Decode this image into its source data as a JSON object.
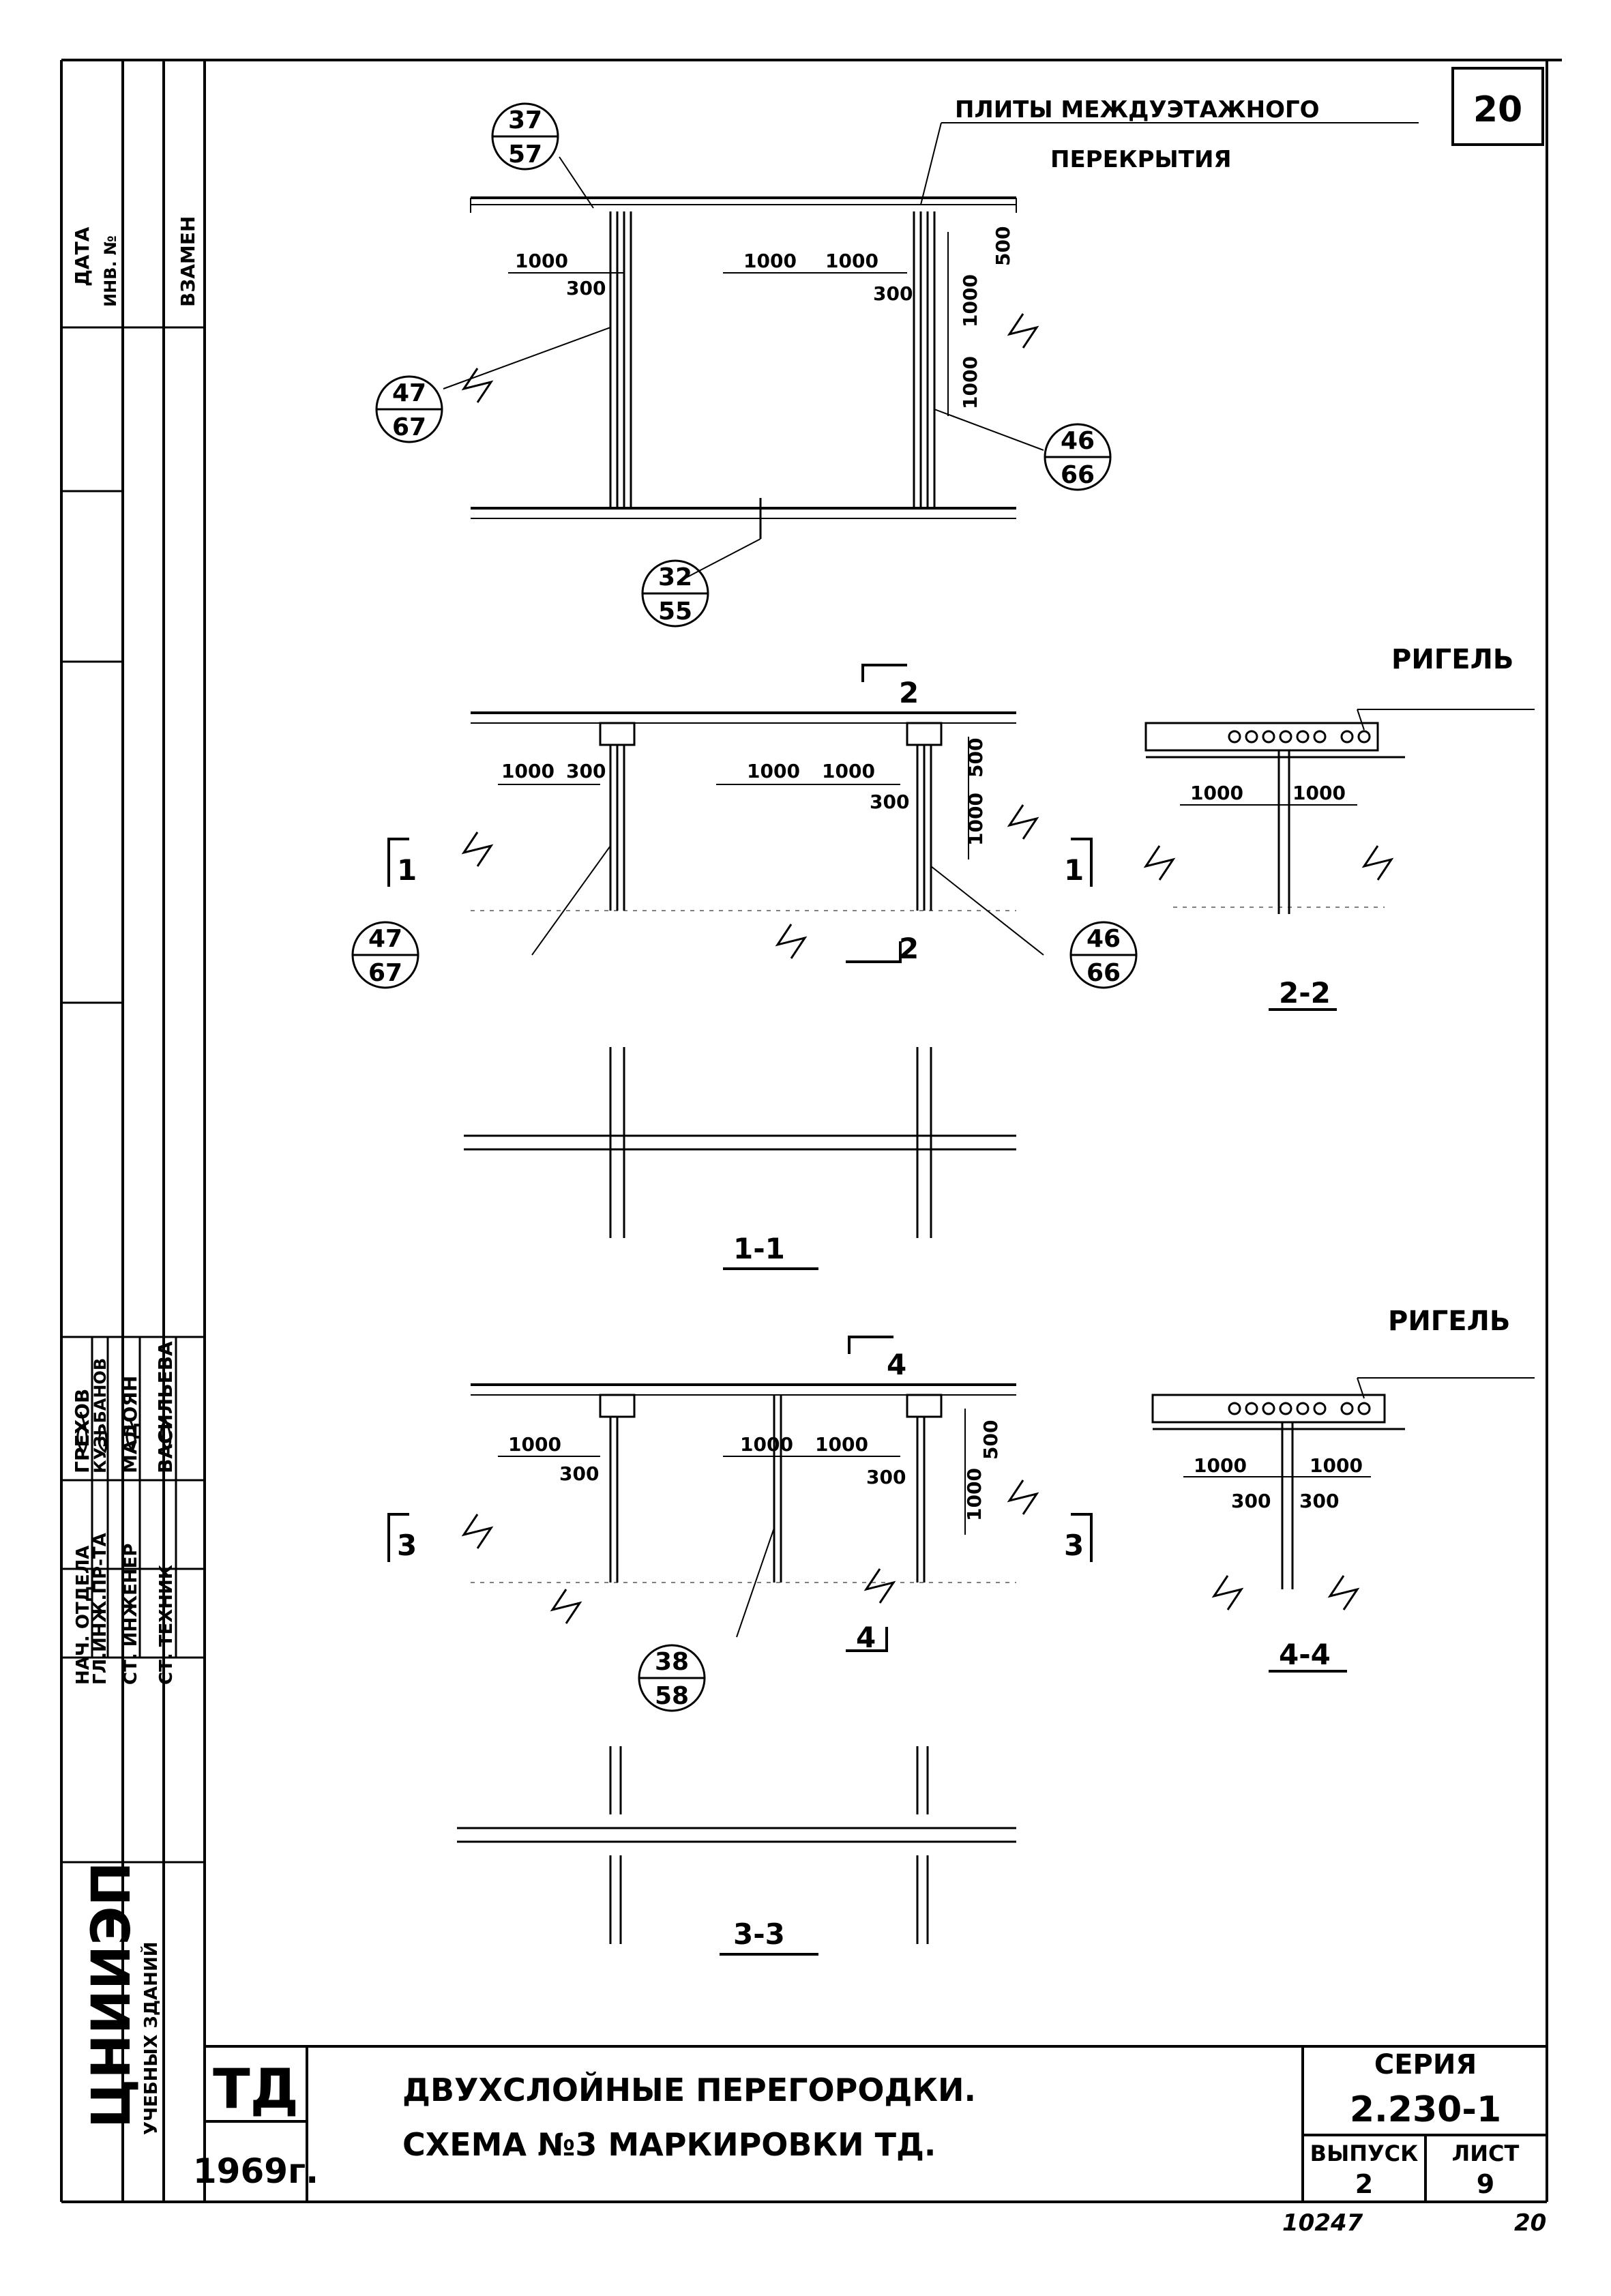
{
  "sheet": {
    "number_top": "20",
    "number_bottom": "20",
    "archive_no": "10247"
  },
  "side_panel": {
    "date": "ДАТА",
    "inv_no": "ИНВ. №",
    "replace": "ВЗАМЕН",
    "org_top": "ЦНИИЭП",
    "org_bottom": "УЧЕБНЫХ ЗДАНИЙ",
    "signatures": [
      {
        "role": "НАЧ. ОТДЕЛА",
        "name": "ГРЕХОВ"
      },
      {
        "role": "ГЛ.ИНЖ.ПР-ТА",
        "name": "КУЗЬБАНОВ"
      },
      {
        "role": "СТ. ИНЖЕНЕР",
        "name": "МАДОЯН"
      },
      {
        "role": "СТ. ТЕХНИК",
        "name": "ВАСИЛЬЕВА"
      }
    ]
  },
  "plan1": {
    "label_slabs_1": "ПЛИТЫ МЕЖДУЭТАЖНОГО",
    "label_slabs_2": "ПЕРЕКРЫТИЯ",
    "tags": [
      {
        "top": "37",
        "bottom": "57"
      },
      {
        "top": "47",
        "bottom": "67"
      },
      {
        "top": "46",
        "bottom": "66"
      },
      {
        "top": "32",
        "bottom": "55"
      }
    ],
    "dims": [
      "1000",
      "300",
      "1000",
      "1000",
      "300",
      "1000",
      "1000",
      "500"
    ]
  },
  "plan2": {
    "section_mark_top": "2",
    "section_mark_bottom": "2",
    "section_left": "1",
    "section_right": "1",
    "tags": [
      {
        "top": "47",
        "bottom": "67"
      },
      {
        "top": "46",
        "bottom": "66"
      }
    ],
    "dims": [
      "1000",
      "300",
      "1000",
      "1000",
      "300",
      "1000",
      "500"
    ]
  },
  "section22": {
    "label": "РИГЕЛЬ",
    "title": "2-2",
    "dims": [
      "1000",
      "1000"
    ]
  },
  "section11": {
    "title": "1-1"
  },
  "plan3": {
    "section_mark_top": "4",
    "section_mark_bottom": "4",
    "section_left": "3",
    "section_right": "3",
    "tags": [
      {
        "top": "38",
        "bottom": "58"
      }
    ],
    "dims": [
      "1000",
      "300",
      "1000",
      "1000",
      "300",
      "1000",
      "500"
    ]
  },
  "section44": {
    "label": "РИГЕЛЬ",
    "title": "4-4",
    "dims": [
      "1000",
      "1000",
      "300",
      "300"
    ]
  },
  "section33": {
    "title": "3-3"
  },
  "title_block": {
    "code": "ТД",
    "year": "1969г.",
    "title_line1": "ДВУХСЛОЙНЫЕ ПЕРЕГОРОДКИ.",
    "title_line2": "СХЕМА №3 МАРКИРОВКИ ТД.",
    "series_label": "СЕРИЯ",
    "series_value": "2.230-1",
    "issue_label": "ВЫПУСК",
    "issue_value": "2",
    "sheet_label": "ЛИСТ",
    "sheet_value": "9"
  }
}
